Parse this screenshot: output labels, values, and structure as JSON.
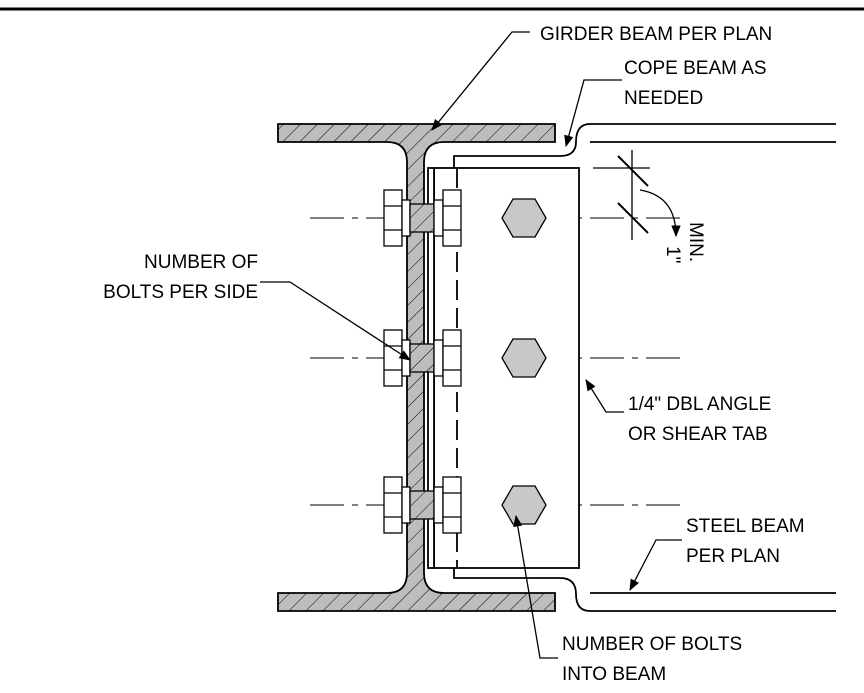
{
  "labels": {
    "girder": "GIRDER BEAM PER PLAN",
    "cope_1": "COPE BEAM AS",
    "cope_2": "NEEDED",
    "bolts_side_1": "NUMBER OF",
    "bolts_side_2": "BOLTS PER SIDE",
    "angle_1": "1/4\" DBL ANGLE",
    "angle_2": "OR SHEAR TAB",
    "steel_1": "STEEL BEAM",
    "steel_2": "PER PLAN",
    "bolts_beam_1": "NUMBER OF BOLTS",
    "bolts_beam_2": "INTO BEAM",
    "dim_1": "1\"",
    "dim_2": "MIN."
  },
  "icons": [
    "bolt-head-icon",
    "hex-nut-icon",
    "leader-arrow-icon",
    "hatch-pattern"
  ],
  "colors": {
    "line": "#000000",
    "bolt_fill": "#c8c8c8",
    "background": "#ffffff"
  }
}
